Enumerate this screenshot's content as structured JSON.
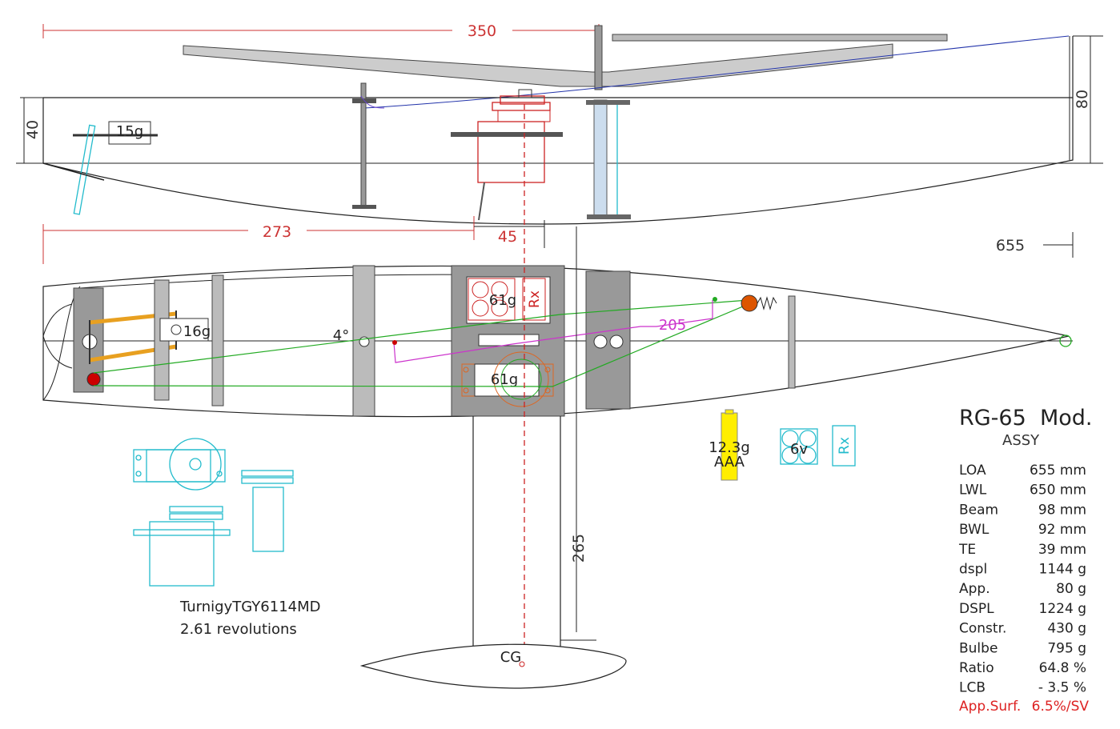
{
  "title": "RG-65  Mod.",
  "subtitle": "ASSY",
  "dimensions": {
    "width_350": "350",
    "height_40": "40",
    "height_80": "80",
    "length_273": "273",
    "offset_45": "45",
    "loa_655": "655",
    "depth_265": "265",
    "sheet_205": "205"
  },
  "labels": {
    "weight_15g": "15g",
    "weight_16g": "16g",
    "weight_61g_rx": "61g",
    "weight_61g_servo": "61g",
    "rx": "Rx",
    "angle": "4°",
    "battery_weight": "12.3g",
    "battery_type": "AAA",
    "battery_volt": "6v",
    "rx_box": "Rx",
    "cg": "CG",
    "servo_model": "TurnigyTGY6114MD",
    "servo_revs": "2.61 revolutions"
  },
  "specs": [
    {
      "key": "LOA",
      "value": "655 mm"
    },
    {
      "key": "LWL",
      "value": "650 mm"
    },
    {
      "key": "Beam",
      "value": "98 mm"
    },
    {
      "key": "BWL",
      "value": "92 mm"
    },
    {
      "key": "TE",
      "value": "39 mm"
    },
    {
      "key": "dspl",
      "value": "1144 g"
    },
    {
      "key": "App.",
      "value": "80 g"
    },
    {
      "key": "DSPL",
      "value": "1224 g"
    },
    {
      "key": "Constr.",
      "value": "430 g"
    },
    {
      "key": "Bulbe",
      "value": "795 g"
    },
    {
      "key": "Ratio",
      "value": "64.8 %"
    },
    {
      "key": "LCB",
      "value": "- 3.5 %"
    }
  ],
  "specs_highlight": {
    "key": "App.Surf.",
    "value": "6.5%/SV"
  },
  "colors": {
    "dimension": "#cc3333",
    "servo_outline": "#22bbcc",
    "sheet_line": "#22aa22",
    "main_sheet": "#cc33cc",
    "battery": "#ffee00"
  }
}
